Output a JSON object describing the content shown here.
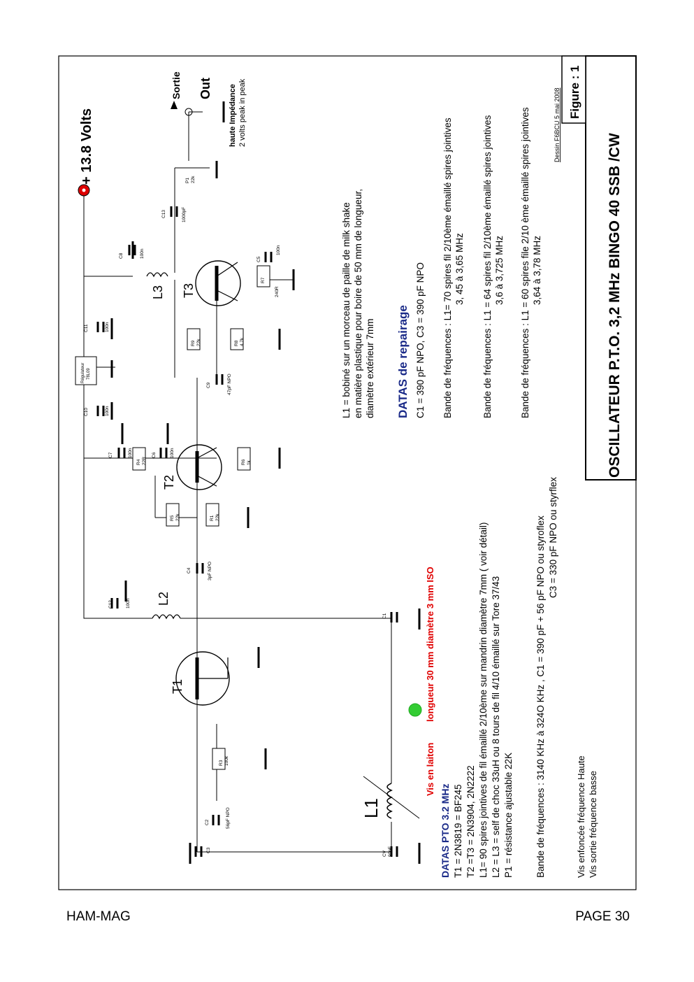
{
  "header": {
    "title": "OSCILLATEUR  P.T.O.  3,2 MHz  BINGO 40  SSB /CW",
    "figure": "Figure : 1",
    "credit": "Dessin F6BCU  5 mai 2008"
  },
  "power": {
    "label": "+ 13.8 Volts"
  },
  "output": {
    "sortie": "Sortie",
    "out": "Out",
    "impedance": "haute Impédance",
    "peak": "2 volts peak in peak"
  },
  "transistors": {
    "t1": "T1",
    "t2": "T2",
    "t3": "T3"
  },
  "inductors": {
    "l1": "L1",
    "l2": "L2",
    "l3": "L3"
  },
  "regulator": {
    "line1": "Régulateur",
    "line2": "78L09"
  },
  "components": {
    "c1": "C1",
    "c2": "C2",
    "c2_val": "56pF NPO",
    "c3": "C3",
    "c4": "C4",
    "c4_val": "3pF NPO",
    "c5": "C5",
    "c5_val": "100n",
    "c6": "C6",
    "c6_val": "100n",
    "c7": "C7",
    "c7_val": "100n",
    "c8": "C8",
    "c8_val": "100n",
    "c9": "C9",
    "c9_val": "47pF NPO",
    "c10": "C10",
    "c10_val": "100n",
    "c11": "C11",
    "c11_val": "100n",
    "c12": "C12",
    "c12_val": "100n",
    "c13": "C13",
    "c13_val": "1000pF",
    "cv": "CV",
    "cv_val": "90pF",
    "r1": "R1",
    "r1_val": "22k",
    "r3": "R3",
    "r3_val": "100k",
    "r4": "R4",
    "r4_val": "22R",
    "r5": "R5",
    "r5_val": "22k",
    "r6": "R6",
    "r6_val": "1k",
    "r7": "R7",
    "r7_val": "240R",
    "r8": "R8",
    "r8_val": "4.7k",
    "r9": "R9",
    "r9_val": "22k",
    "p1": "P1",
    "p1_val": "22k"
  },
  "vis": {
    "label": "Vis en laiton",
    "detail": "longueur 30 mm  diamètre 3 mm ISO"
  },
  "l1_note": {
    "line1": "L1 =   bobiné sur un morceau  de paille  de milk shake",
    "line2": "en matière plastique pour boire de 50 mm de longueur,",
    "line3": "diamètre extérieur 7mm"
  },
  "repairage": {
    "title": "DATAS de repairage",
    "c_line": "C1 = 390 pF NPO, C3 = 390 pF NPO",
    "band1_a": "Bande de fréquences :  L1= 70 spires fil 2/10ème émaillé spires  jointives",
    "band1_b": "3, 45 à 3,65 MHz",
    "band2_a": "Bande de fréquences :  L1 = 64 spires fil 2/10ème émaillé spires  jointives",
    "band2_b": "3,6 à 3,725 MHz",
    "band3_a": "Bande de fréquences :  L1 = 60 spires file 2/10 ème  émaillé spires jointives",
    "band3_b": "3,64 à 3,78 MHz"
  },
  "datas_pto": {
    "title": "DATAS  PTO  3.2 MHz",
    "t1": "T1 = 2N3819  =  BF245",
    "t2t3": "T2 =T3 = 2N3904,  2N2222",
    "l1": "L1= 90 spires jointives de fil émaillé 2/10ème  sur mandrin diamètre 7mm  ( voir détail)",
    "l2l3": "L2 = L3 = self de choc 33uH ou   8 tours de fil 4/10 émaillé sur Tore 37/43",
    "p1": "P1 = résistance ajustable 22K"
  },
  "band_main": {
    "line1": "Bande de fréquences : 3140 KHz à 324O KHz ,  C1 = 390 pF  +  56 pF NPO ou styroflex",
    "line2": "C3 = 330  pF NPO ou styrflex"
  },
  "vis_notes": {
    "haute": "Vis enfoncée fréquence Haute",
    "basse": "Vis sortie fréquence basse"
  },
  "footer": {
    "left": "HAM-MAG",
    "right": "PAGE 30"
  }
}
